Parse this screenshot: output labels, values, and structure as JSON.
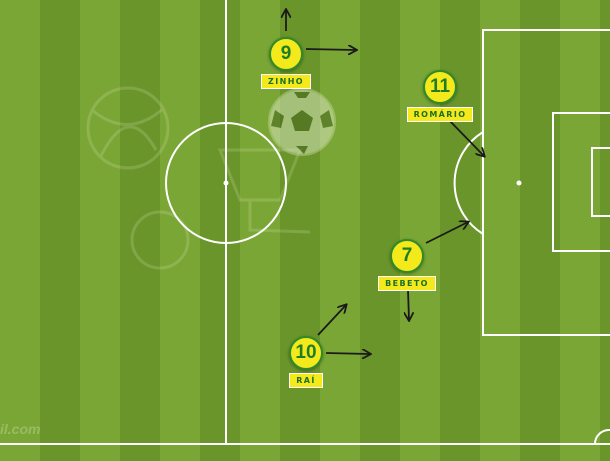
{
  "pitch": {
    "grass_light": "#7aa636",
    "grass_dark": "#6a952b",
    "line_color": "#ffffff",
    "arrow_color": "#1a1a1a"
  },
  "watermark": "il.com",
  "players": [
    {
      "number": "9",
      "name": "ZINHO"
    },
    {
      "number": "11",
      "name": "ROMÁRIO"
    },
    {
      "number": "7",
      "name": "BEBETO"
    },
    {
      "number": "10",
      "name": "RAÍ"
    }
  ],
  "badge_colors": {
    "fill": "#f3e91b",
    "text": "#1f7d25"
  }
}
